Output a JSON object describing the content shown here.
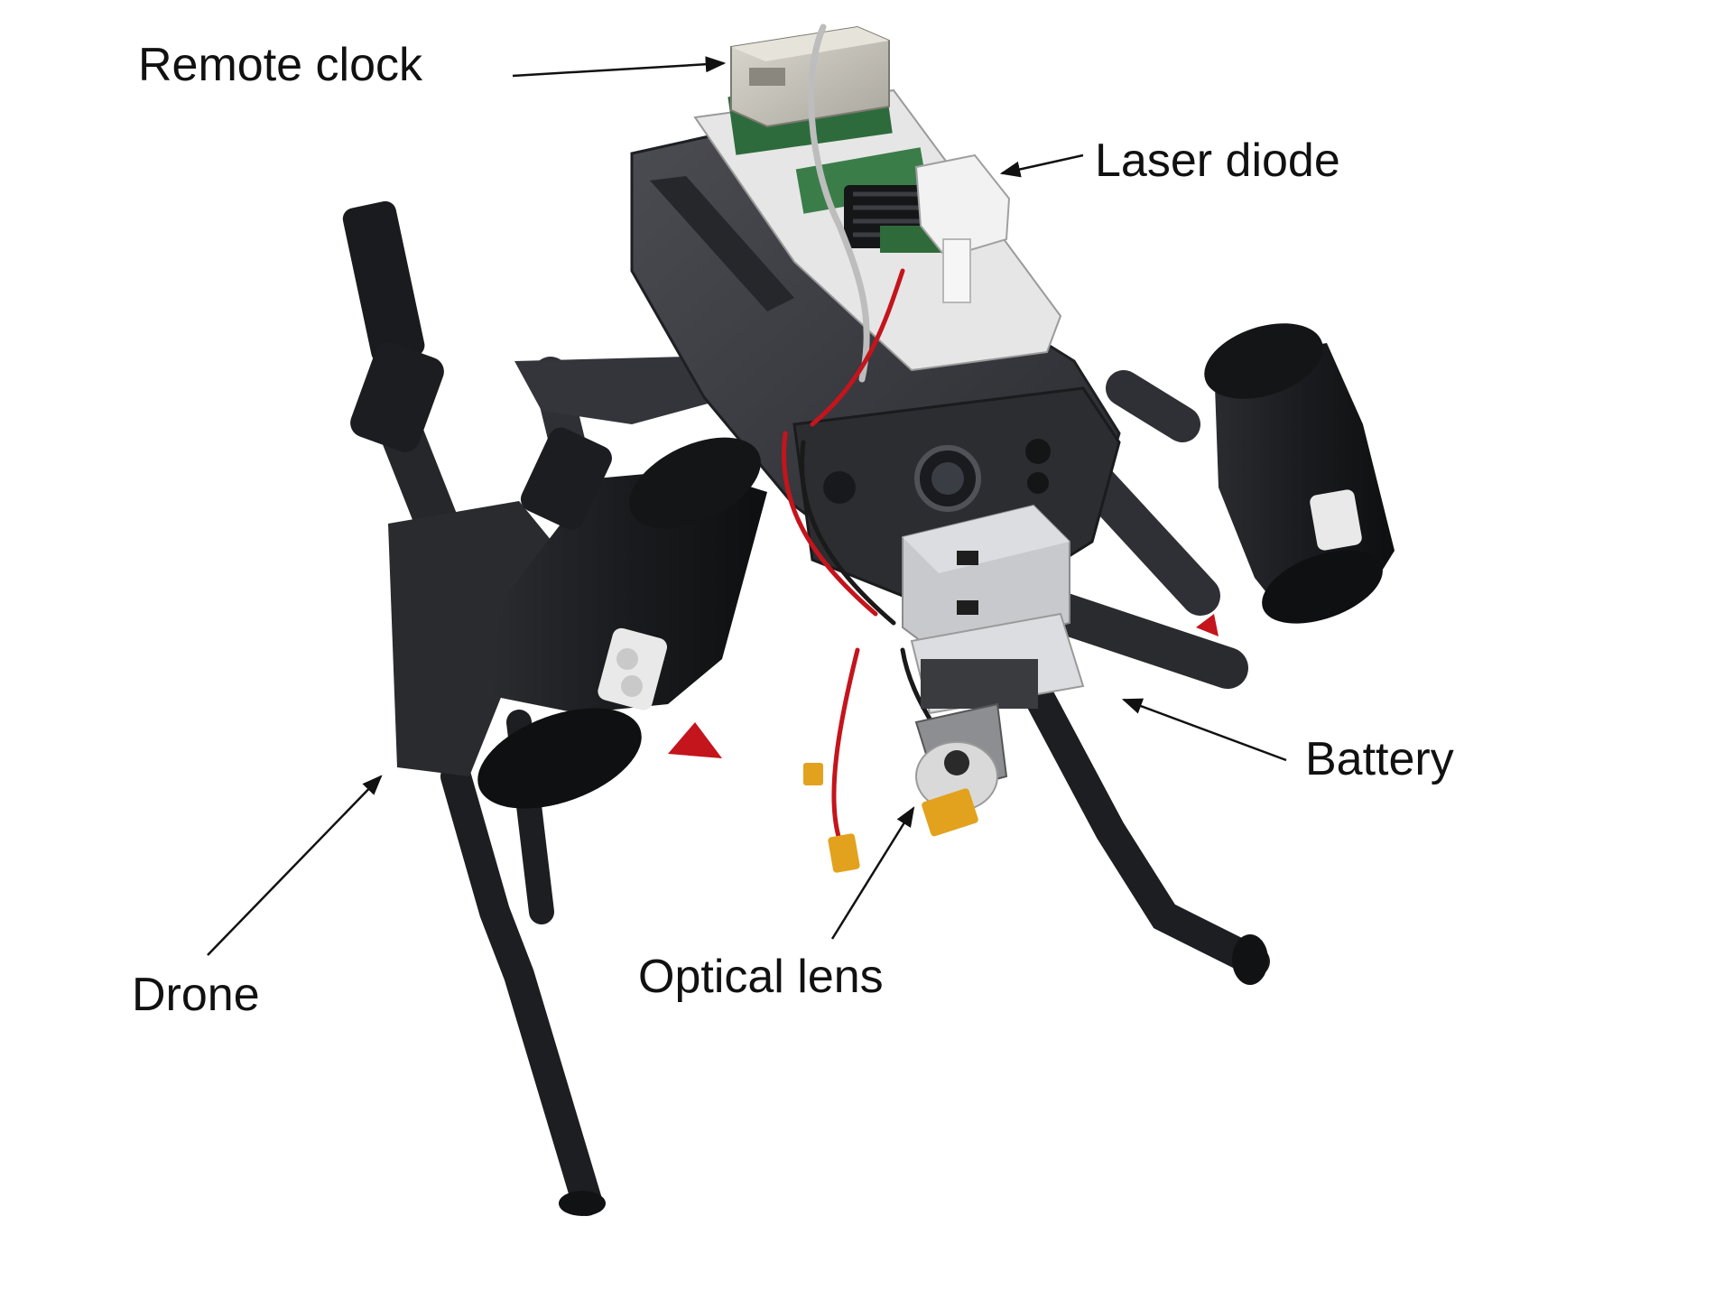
{
  "figure": {
    "labels": {
      "remote_clock": "Remote clock",
      "laser_diode": "Laser diode",
      "battery": "Battery",
      "drone": "Drone",
      "optical_lens": "Optical lens"
    },
    "colors": {
      "background": "#ffffff",
      "drone_body": "#3a3c41",
      "motor": "#1c1d20",
      "board_green": "#2e6b3c",
      "clock_box": "#c9c6bd",
      "battery_box": "#c8c9cc",
      "connector_yellow": "#e2a21d",
      "wire_red": "#c4141c",
      "arrow": "#111111"
    }
  }
}
